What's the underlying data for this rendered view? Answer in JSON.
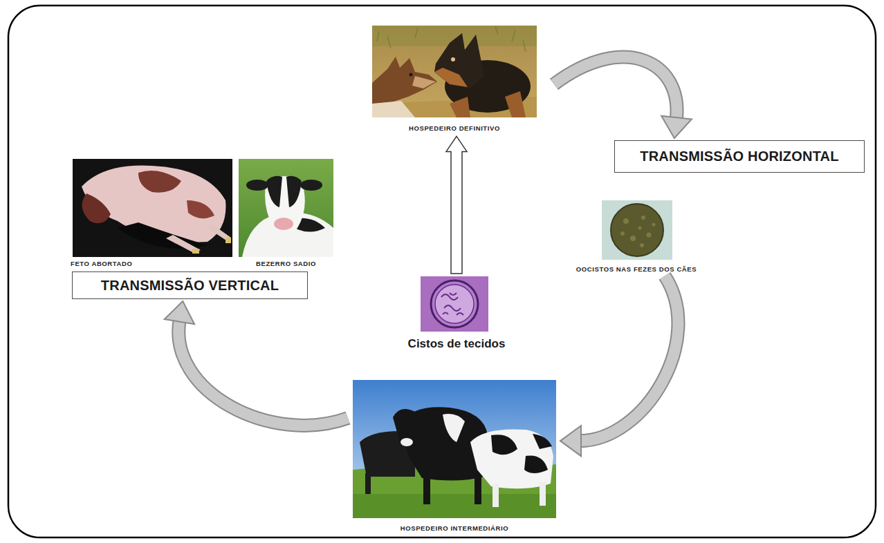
{
  "diagram": {
    "nodes": [
      {
        "text": [
          "HOSPEDEIRO DEFINITIVO"
        ]
      },
      {
        "text": [
          "TRANSMISSÃO HORIZONTAL"
        ]
      },
      {
        "text": [
          "FETO ABORTADO"
        ]
      },
      {
        "text": [
          "BEZERRO SADIO"
        ]
      },
      {
        "text": [
          "TRANSMISSÃO VERTICAL"
        ]
      },
      {
        "text": [
          "OOCISTOS NAS FEZES DOS CÃES"
        ]
      },
      {
        "text": [
          "Cistos de tecidos"
        ]
      },
      {
        "text": [
          "HOSPEDEIRO INTERMEDIÁRIO"
        ]
      }
    ],
    "edges": [
      {
        "from": 6,
        "to": 0,
        "arrow": "to"
      },
      {
        "from": 0,
        "to": 1,
        "arrow": "to"
      },
      {
        "from": 5,
        "to": 7,
        "arrow": "to"
      },
      {
        "from": 7,
        "to": 4,
        "arrow": "to"
      }
    ]
  }
}
